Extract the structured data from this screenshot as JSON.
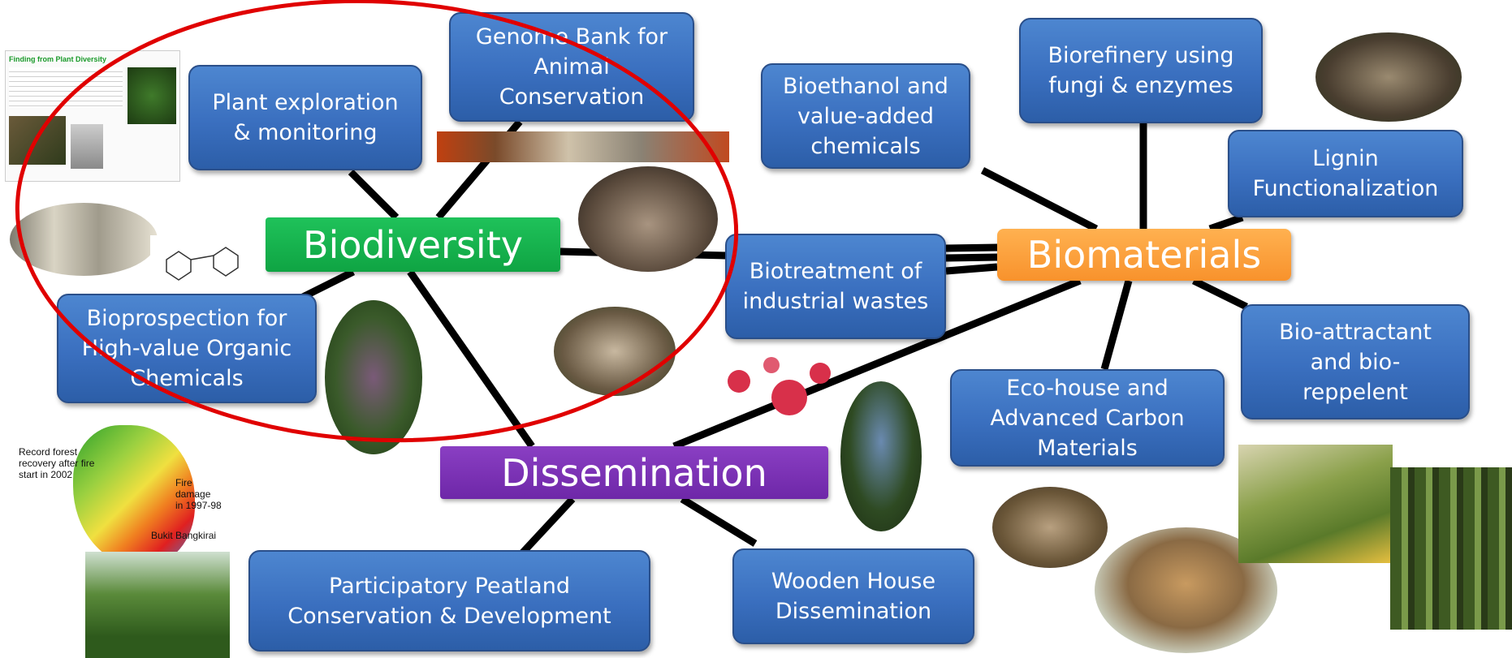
{
  "hubs": {
    "biodiversity": "Biodiversity",
    "biomaterials": "Biomaterials",
    "dissemination": "Dissemination"
  },
  "boxes": {
    "plant_exploration": "Plant exploration\n& monitoring",
    "genome_bank": "Genome Bank for\nAnimal\nConservation",
    "bioethanol": "Bioethanol and\nvalue-added\nchemicals",
    "biorefinery": "Biorefinery using\nfungi & enzymes",
    "lignin": "Lignin\nFunctionalization",
    "biotreatment": "Biotreatment of\nindustrial wastes",
    "bioprospection": "Bioprospection for\nHigh-value Organic\nChemicals",
    "bio_attractant": "Bio-attractant\nand bio-\nreppelent",
    "eco_house": "Eco-house and\nAdvanced Carbon\nMaterials",
    "participatory": "Participatory Peatland\nConservation & Development",
    "wooden_house": "Wooden House\nDissemination"
  },
  "map_labels": {
    "recovery": "Record forest\nrecovery after fire\nstart in 2002",
    "fire_damage": "Fire damage\nin 1997-98",
    "bukit": "Bukit Bangkirai"
  },
  "doc_thumb": {
    "title": "Finding from Plant Diversity"
  },
  "colors": {
    "box_blue": "#3a6fbf",
    "biodiversity_green": "#12b04c",
    "biomaterials_orange": "#f99b34",
    "dissemination_purple": "#7a30b5",
    "highlight_ellipse": "#e00000"
  }
}
